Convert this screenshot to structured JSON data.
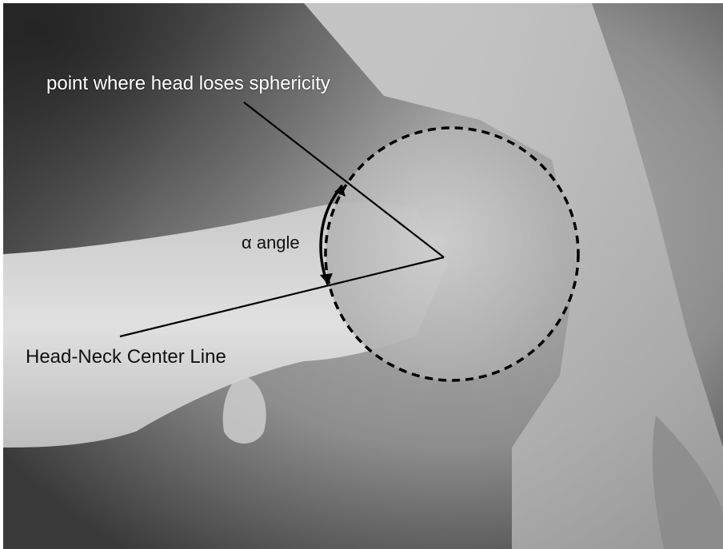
{
  "annotations": {
    "top_label": "point where head loses sphericity",
    "angle_label": "α angle",
    "bottom_label": "Head-Neck Center Line"
  },
  "colors": {
    "annotation_line": "#000000",
    "top_label_text": "#ffffff",
    "other_label_text": "#111111"
  }
}
